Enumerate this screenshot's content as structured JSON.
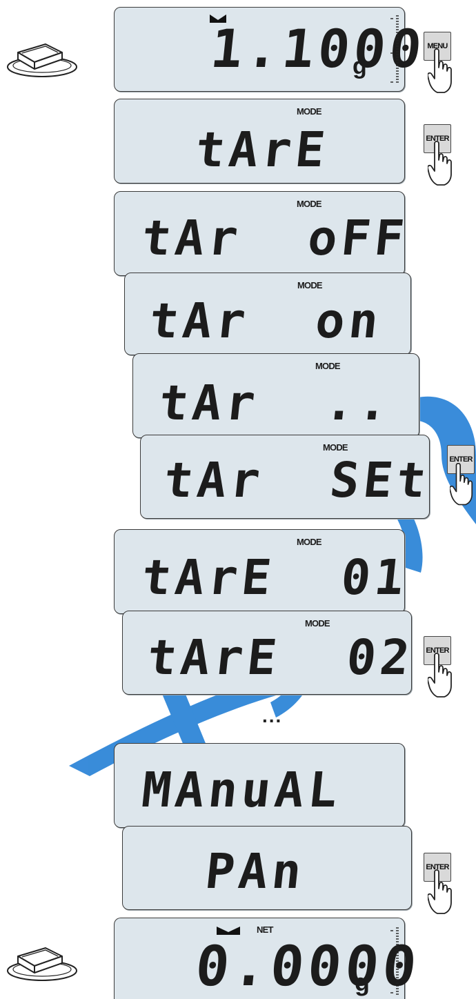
{
  "displays": {
    "d1": {
      "text": "1.1000",
      "unit": "g"
    },
    "d2": {
      "text": "tArE",
      "label": "MODE"
    },
    "d3": {
      "text": "tAr  oFF",
      "label": "MODE"
    },
    "d4": {
      "text": "tAr  on",
      "label": "MODE"
    },
    "d5": {
      "text": "tAr  ..",
      "label": "MODE"
    },
    "d6": {
      "text": "tAr  SEt",
      "label": "MODE"
    },
    "d7": {
      "text": "tArE  01",
      "label": "MODE"
    },
    "d8": {
      "text": "tArE  02",
      "label": "MODE"
    },
    "d9": {
      "text": "MAnuAL"
    },
    "d10": {
      "text": "PAn"
    },
    "d11": {
      "text": "0.0000",
      "unit": "g",
      "label": "NET"
    }
  },
  "buttons": {
    "menu": "MENU",
    "enter1": "ENTER",
    "enter2": "ENTER",
    "enter3": "ENTER",
    "enter4": "ENTER"
  },
  "ellipsis": "...",
  "colors": {
    "lcd_bg": "#dde6ec",
    "lcd_border": "#3a3a3a",
    "button_bg": "#d9d9d9",
    "watermark": "#2f86d8"
  }
}
